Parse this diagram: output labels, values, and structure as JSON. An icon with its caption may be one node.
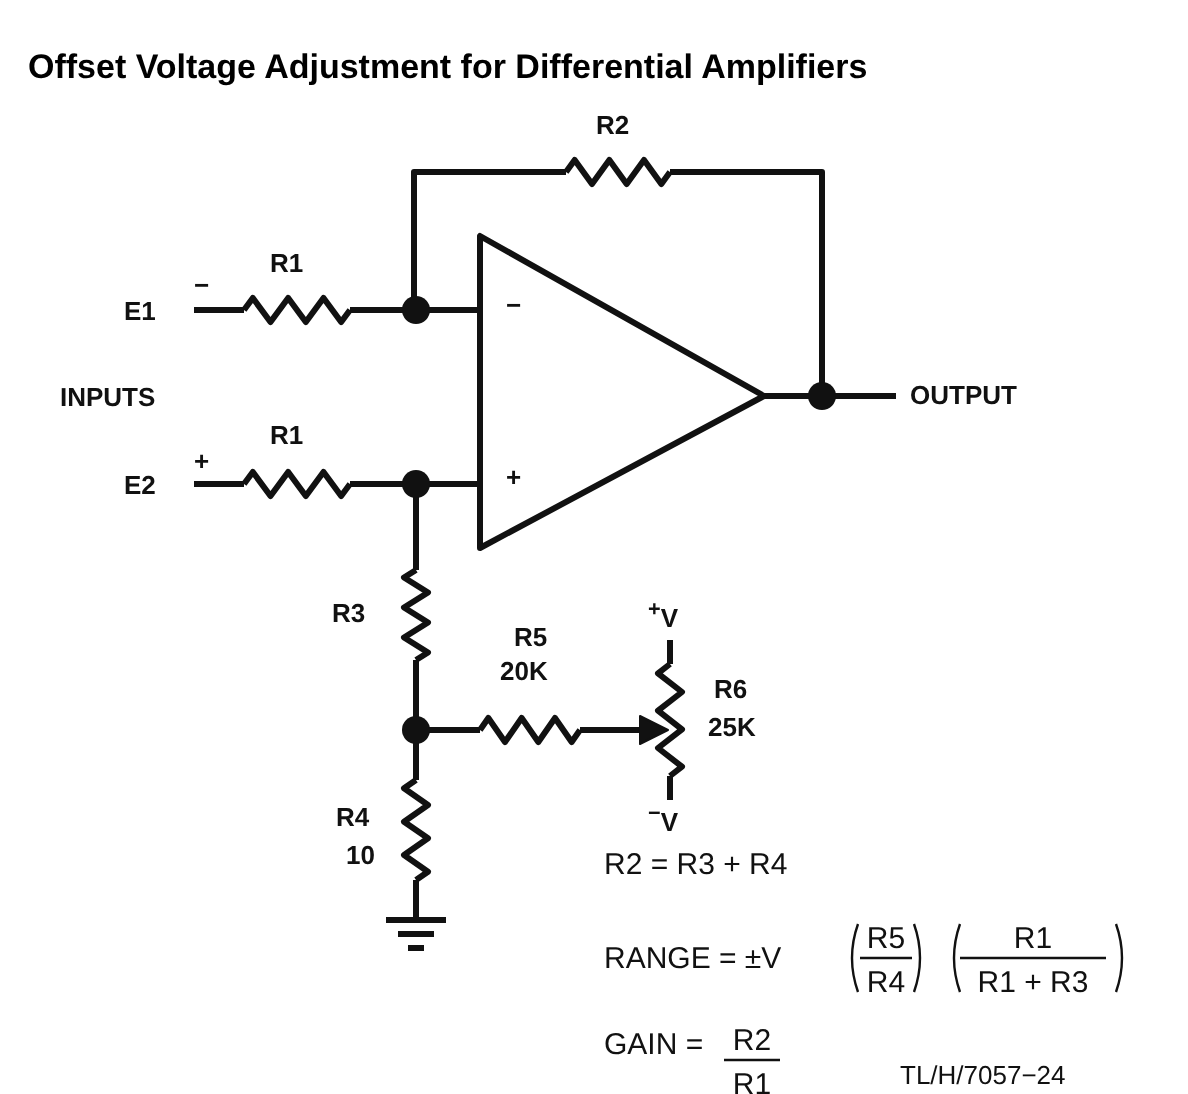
{
  "diagram": {
    "title": "Offset Voltage Adjustment for Differential Amplifiers",
    "labels": [
      "R2",
      "R1",
      "E1",
      "−",
      "−",
      "INPUTS",
      "OUTPUT",
      "R1",
      "E2",
      "+",
      "+",
      "R3",
      "$^{+}$V",
      "R5",
      "20K",
      "R6",
      "25K",
      "R4",
      "$^{−}$V",
      "10",
      "R2 = R3 + R4",
      "RANGE = ±V",
      "R5",
      "R4",
      "R1",
      "R1 + R3",
      "GAIN =",
      "R2",
      "R1",
      "TL/H/7057−24"
    ]
  }
}
